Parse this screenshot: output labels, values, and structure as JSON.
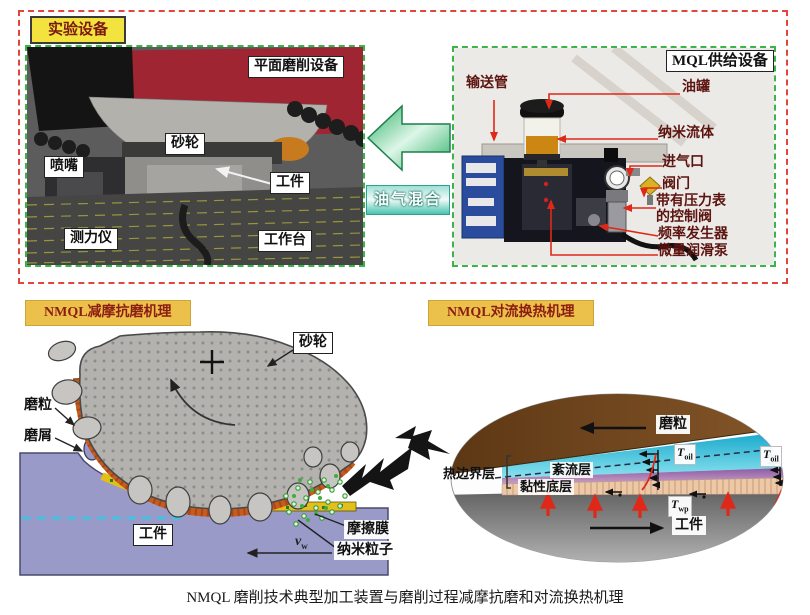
{
  "caption": "NMQL 磨削技术典型加工装置与磨削过程减摩抗磨和对流换热机理",
  "experiment": {
    "panel_title": "实验设备",
    "mixing_label": "油气混合",
    "grinder": {
      "title": "平面磨削设备",
      "wheel": "砂轮",
      "nozzle": "喷嘴",
      "workpiece": "工件",
      "dynamometer": "测力仪",
      "worktable": "工作台"
    },
    "mql": {
      "title": "MQL供给设备",
      "delivery_pipe": "输送管",
      "oil_tank": "油罐",
      "nanofluid": "纳米流体",
      "air_inlet": "进气口",
      "valve": "阀门",
      "control_valve_l1": "带有压力表",
      "control_valve_l2": "的控制阀",
      "frequency_generator": "频率发生器",
      "micro_pump": "微量润滑泵"
    }
  },
  "friction": {
    "title": "NMQL减摩抗磨机理",
    "wheel": "砂轮",
    "grain": "磨粒",
    "debris": "磨屑",
    "workpiece": "工件",
    "friction_film": "摩擦膜",
    "nanoparticles": "纳米粒子",
    "velocity_main": "v",
    "velocity_sub": "w"
  },
  "heat": {
    "title": "NMQL对流换热机理",
    "grain": "磨粒",
    "thermal_boundary": "热边界层",
    "turbulent_layer": "紊流层",
    "viscous_sublayer": "黏性底层",
    "workpiece": "工件",
    "temp_main": "T",
    "temp_oil_sub": "oil",
    "temp_wp_sub": "wp"
  },
  "colors": {
    "red_dashed_border": "#e0463c",
    "green_dashed_border": "#3cb44a",
    "experiment_badge_bg": "#f2e33e",
    "mechanism_badge_bg": "#ecc14b",
    "badge_text": "#8c1d12",
    "mixing_arrow_green": "#35b56b",
    "wheel_rim_orange": "#c85a1d",
    "workpiece_purple": "#9a9ac8",
    "friction_film_yellow": "#e2bf1a",
    "nanoparticle_green": "#2f9e2f",
    "heat_arrow_red": "#e02818",
    "grain_brown": "#6b4420",
    "turbulent_cyan": "#22b4d6"
  }
}
